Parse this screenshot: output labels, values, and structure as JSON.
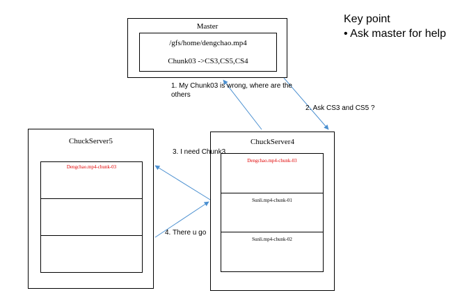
{
  "master": {
    "title": "Master",
    "path": "/gfs/home/dengchao.mp4",
    "mapping": "Chunk03 ->CS3,CS5,CS4"
  },
  "key_point": {
    "heading": "Key point",
    "bullet": "• Ask master for help"
  },
  "server5": {
    "title": "ChuckServer5",
    "chunks": [
      "Dengchao.mp4-chunk-03",
      "",
      ""
    ],
    "chunk_colors": [
      "#e00000",
      "#000000",
      "#000000"
    ]
  },
  "server4": {
    "title": "ChuckServer4",
    "chunks": [
      "Dengchao.mp4-chunk-03",
      "Sunli.mp4-chunk-01",
      "Sunli.mp4-chunk-02"
    ],
    "chunk_colors": [
      "#e00000",
      "#000000",
      "#000000"
    ]
  },
  "steps": {
    "step1_line1": "1. My Chunk03 is wrong, where are the",
    "step1_line2": "others",
    "step2": "2. Ask CS3 and CS5 ?",
    "step3": "3. I need Chunk3",
    "step4": "4. There u go"
  },
  "colors": {
    "arrow": "#4a8fd0",
    "highlight": "#e00000"
  }
}
